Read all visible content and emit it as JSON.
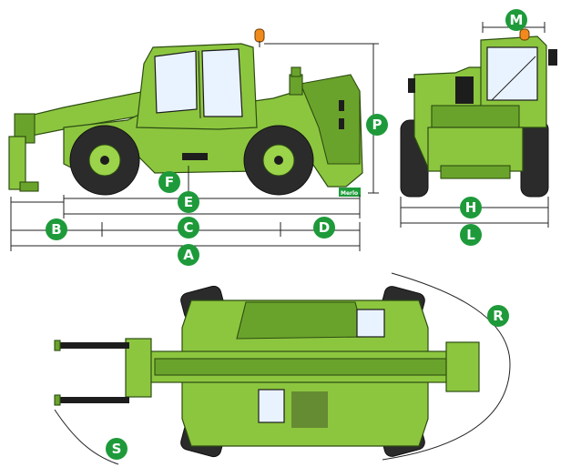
{
  "brand_tag": "Merlo",
  "labels": {
    "A": "A",
    "B": "B",
    "C": "C",
    "D": "D",
    "E": "E",
    "F": "F",
    "H": "H",
    "L": "L",
    "M": "M",
    "P": "P",
    "R": "R",
    "S": "S"
  },
  "colors": {
    "badge": "#1e9a3a",
    "machine": "#8cc63f",
    "machine_dark": "#6aa32b",
    "tyre": "#2b2b2b",
    "beacon": "#f08a1c"
  }
}
